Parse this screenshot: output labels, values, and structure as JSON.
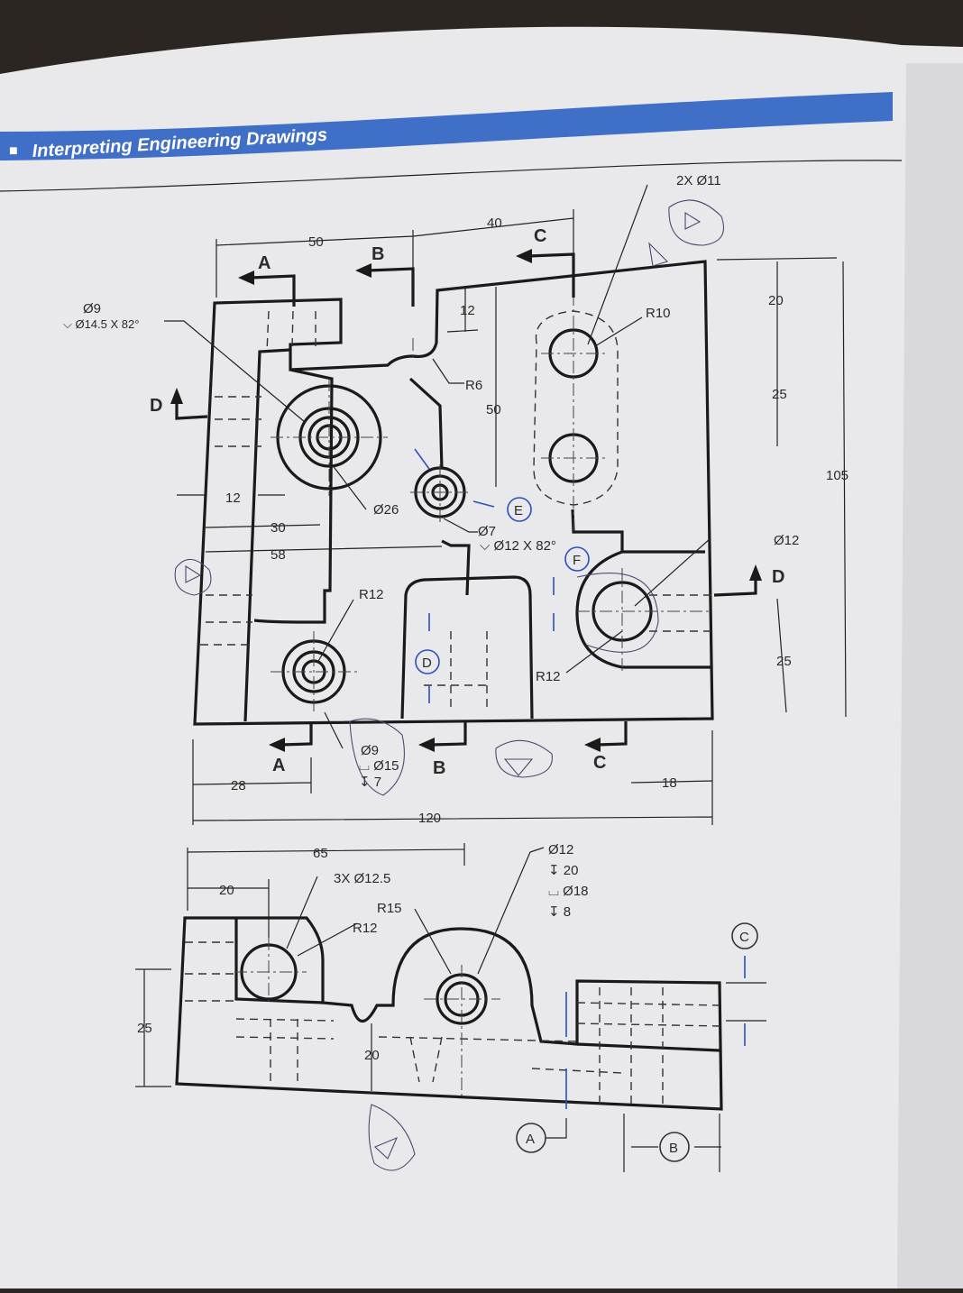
{
  "header": {
    "bullet": "■",
    "title": "Interpreting Engineering Drawings",
    "accent": "#3f6fc7"
  },
  "top_view": {
    "dims": {
      "d50": "50",
      "d40": "40",
      "d12": "12",
      "d50v": "50",
      "d20": "20",
      "d25a": "25",
      "d105": "105",
      "d25b": "25",
      "d28": "28",
      "d18": "18",
      "d120": "120",
      "d12h": "12",
      "d30": "30",
      "d58": "58"
    },
    "notes": {
      "hole_a_1": "Ø9",
      "hole_a_2": "⌵ Ø14.5 X 82°",
      "two_x": "2X  Ø11",
      "r10": "R10",
      "r6": "R6",
      "d26": "Ø26",
      "d7": "Ø7",
      "d12x82": "⌵ Ø12 X 82°",
      "r12a": "R12",
      "r12b": "R12",
      "d12b": "Ø12",
      "cb1": "Ø9",
      "cb2": "⌴ Ø15",
      "cb3": "↧ 7"
    },
    "sections": {
      "A": "A",
      "B": "B",
      "C": "C",
      "D": "D"
    },
    "callouts": {
      "E": "E",
      "F": "F",
      "D": "D"
    }
  },
  "front_view": {
    "dims": {
      "d65": "65",
      "d20": "20",
      "d25": "25",
      "d20v": "20"
    },
    "notes": {
      "three_x": "3X  Ø12.5",
      "r15": "R15",
      "r12": "R12",
      "hole1": "Ø12",
      "hole2": "↧ 20",
      "hole3": "⌴ Ø18",
      "hole4": "↧ 8"
    },
    "callouts": {
      "C": "C",
      "A": "A",
      "B": "B"
    }
  }
}
